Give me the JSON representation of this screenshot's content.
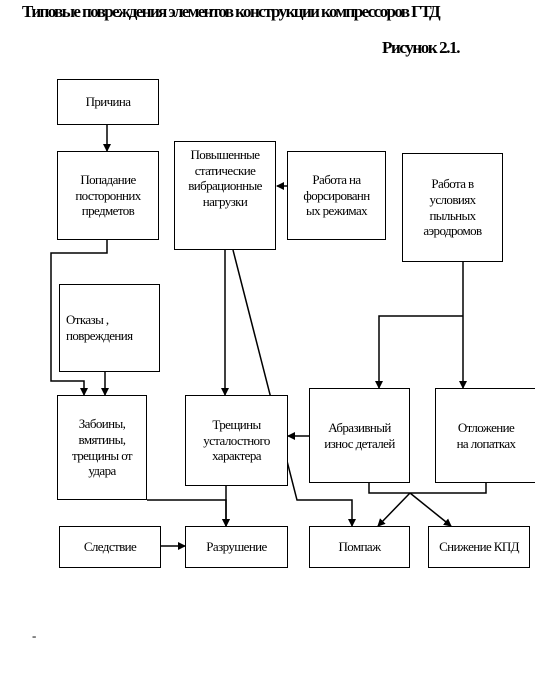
{
  "title": "Типовые повреждения элементов конструкции компрессоров ГТД",
  "figure_label": "Рисунок 2.1.",
  "nodes": {
    "cause": "Причина",
    "foreign": "Попадание\nпосторонних\nпредметов",
    "static_vib": "Повышенные\nстатические\nвибрационные\nнагрузки",
    "forced": "Работа на\nфорсированн\nых режимах",
    "dusty": "Работа в\nусловиях\nпыльных\nаэродромов",
    "failures": "Отказы ,\nповреждения",
    "dents": "Забоины,\nвмятины,\nтрещины от\nудара",
    "fatigue": "Трещины\nусталостного\nхарактера",
    "abrasive": "Абразивный\nизнос деталей",
    "deposit": "Отложение\nна лопатках",
    "consequence": "Следствие",
    "destruction": "Разрушение",
    "surge": "Помпаж",
    "efficiency": "Снижение КПД"
  },
  "footnote": "-"
}
